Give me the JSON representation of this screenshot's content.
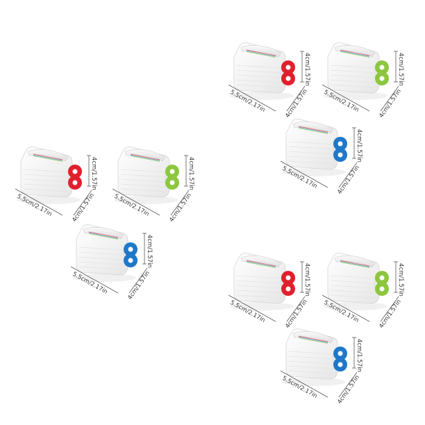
{
  "product": {
    "body_color": "#f4f4f4",
    "shadow_color": "#dcdcdc",
    "slot_stripe_colors": [
      "#d9534f",
      "#4a90d9",
      "#7fc241"
    ],
    "dimensions": {
      "width_label": "5.5cm/2.17in",
      "height_label": "4cm/1.57in",
      "depth_label": "4cm/1.57in"
    }
  },
  "groups": [
    {
      "name": "left-set",
      "units": [
        {
          "key_color": "#e0202c",
          "key_name": "red-key"
        },
        {
          "key_color": "#8dc63f",
          "key_name": "green-key"
        },
        {
          "key_color": "#1f78c8",
          "key_name": "blue-key"
        }
      ]
    },
    {
      "name": "top-right-set",
      "units": [
        {
          "key_color": "#e0202c",
          "key_name": "red-key"
        },
        {
          "key_color": "#8dc63f",
          "key_name": "green-key"
        },
        {
          "key_color": "#1f78c8",
          "key_name": "blue-key"
        }
      ]
    },
    {
      "name": "bottom-right-set",
      "units": [
        {
          "key_color": "#e0202c",
          "key_name": "red-key"
        },
        {
          "key_color": "#8dc63f",
          "key_name": "green-key"
        },
        {
          "key_color": "#1f78c8",
          "key_name": "blue-key"
        }
      ]
    }
  ]
}
